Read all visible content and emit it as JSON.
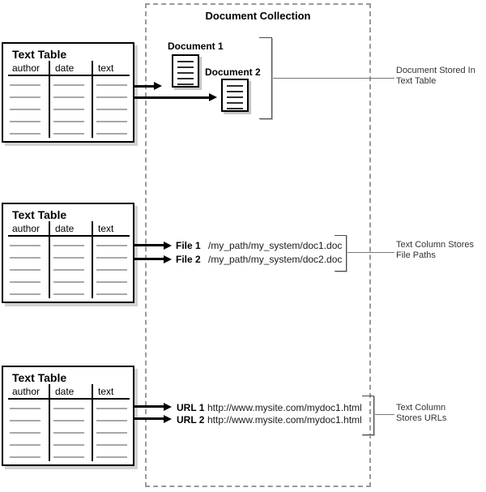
{
  "collection": {
    "title": "Document Collection"
  },
  "tables": [
    {
      "title": "Text Table",
      "columns": [
        "author",
        "date",
        "text"
      ]
    },
    {
      "title": "Text Table",
      "columns": [
        "author",
        "date",
        "text"
      ]
    },
    {
      "title": "Text Table",
      "columns": [
        "author",
        "date",
        "text"
      ]
    }
  ],
  "documents": {
    "items": [
      {
        "label": "Document 1"
      },
      {
        "label": "Document 2"
      }
    ]
  },
  "files": {
    "items": [
      {
        "label": "File 1",
        "path": "/my_path/my_system/doc1.doc"
      },
      {
        "label": "File 2",
        "path": "/my_path/my_system/doc2.doc"
      }
    ]
  },
  "urls": {
    "items": [
      {
        "label": "URL 1",
        "url": "http://www.mysite.com/mydoc1.html"
      },
      {
        "label": "URL 2",
        "url": "http://www.mysite.com/mydoc1.html"
      }
    ]
  },
  "annotations": [
    {
      "line1": "Document Stored In",
      "line2": "Text Table"
    },
    {
      "line1": "Text Column Stores",
      "line2": "File Paths"
    },
    {
      "line1": "Text Column",
      "line2": "Stores URLs"
    }
  ],
  "colors": {
    "table_border": "#000000",
    "row_dash": "#a8a8a8",
    "box_shadow": "#d2d2d2",
    "dashed_container": "#999999",
    "annotation_text": "#333333",
    "connector_line": "#787878"
  }
}
